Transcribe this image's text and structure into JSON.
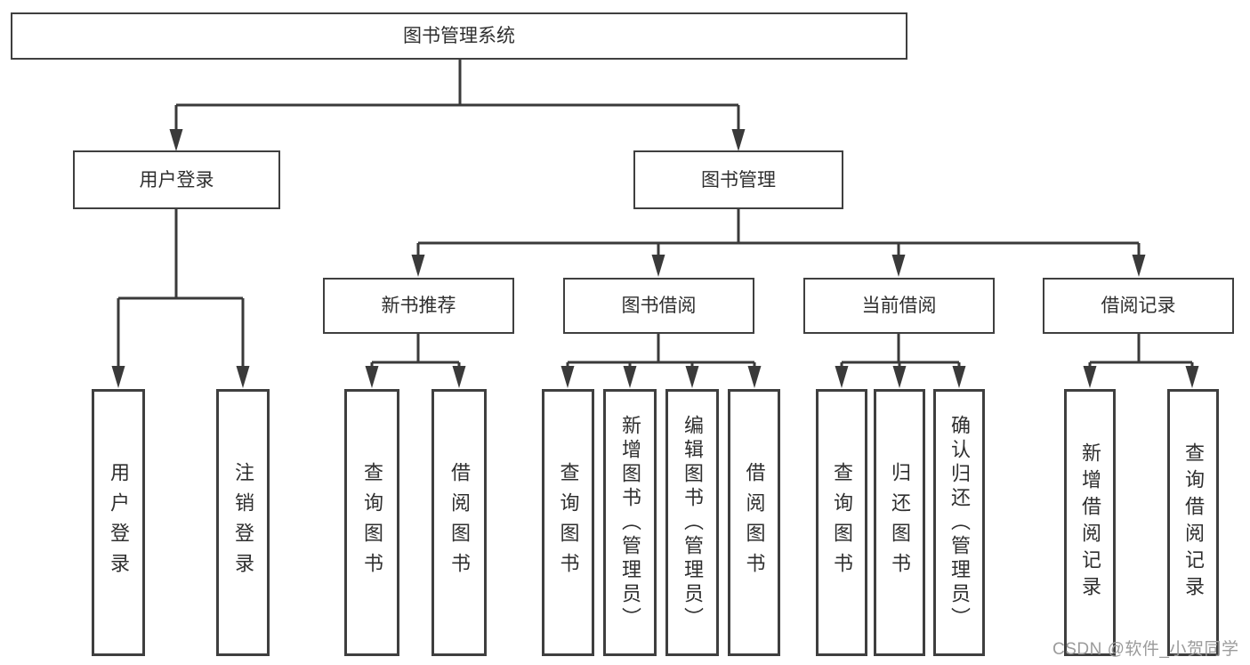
{
  "tree": {
    "root": "图书管理系统",
    "level2": [
      {
        "label": "用户登录",
        "children": [
          {
            "label": "用户登录"
          },
          {
            "label": "注销登录"
          }
        ]
      },
      {
        "label": "图书管理",
        "children": [
          {
            "label": "新书推荐",
            "children": [
              {
                "label": "查询图书"
              },
              {
                "label": "借阅图书"
              }
            ]
          },
          {
            "label": "图书借阅",
            "children": [
              {
                "label": "查询图书"
              },
              {
                "label": "新增图书（管理员）"
              },
              {
                "label": "编辑图书（管理员）"
              },
              {
                "label": "借阅图书"
              }
            ]
          },
          {
            "label": "当前借阅",
            "children": [
              {
                "label": "查询图书"
              },
              {
                "label": "归还图书"
              },
              {
                "label": "确认归还（管理员）"
              }
            ]
          },
          {
            "label": "借阅记录",
            "children": [
              {
                "label": "新增借阅记录"
              },
              {
                "label": "查询借阅记录"
              }
            ]
          }
        ]
      }
    ]
  },
  "watermark": "CSDN @软件_小贺同学",
  "colors": {
    "background": "#ffffff",
    "line": "#3a3a3a",
    "border": "#3f3f3f",
    "text": "#2f2f2f",
    "watermark": "#9b9b9b"
  }
}
